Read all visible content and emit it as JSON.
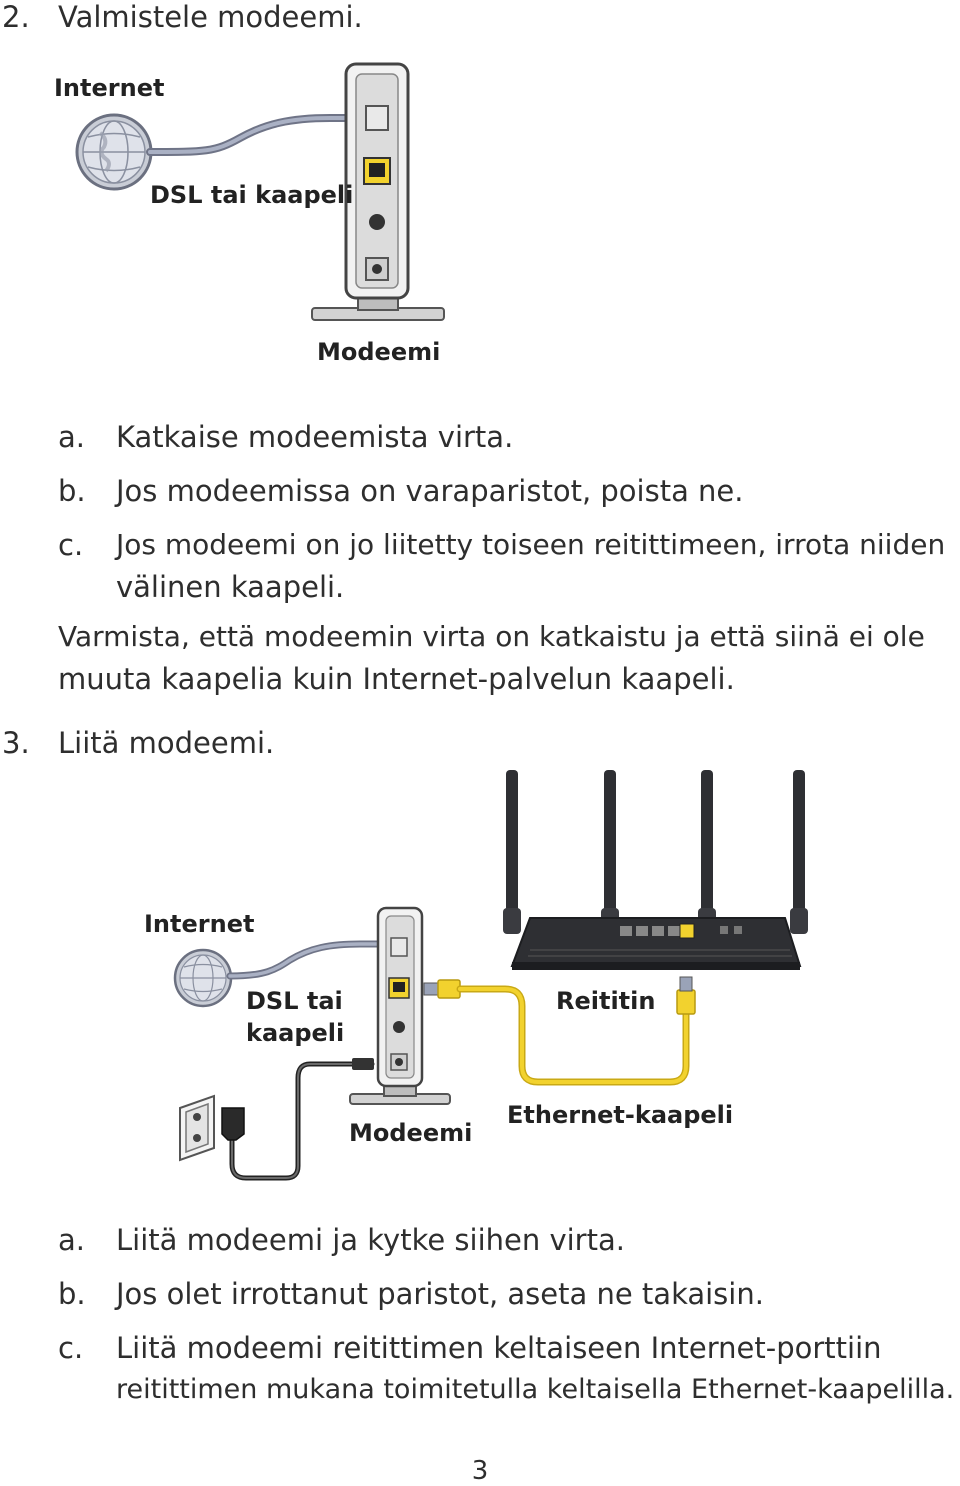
{
  "step2": {
    "number": "2.",
    "title": "Valmistele modeemi.",
    "diagram": {
      "internet_label": "Internet",
      "cable_label": "DSL tai kaapeli",
      "modem_label": "Modeemi"
    },
    "items": [
      {
        "marker": "a.",
        "text": "Katkaise modeemista virta."
      },
      {
        "marker": "b.",
        "text": "Jos modeemissa on varaparistot, poista ne."
      },
      {
        "marker": "c.",
        "line1": "Jos modeemi on jo liitetty toiseen reitittimeen, irrota niiden",
        "line2": "välinen kaapeli."
      }
    ],
    "note_line1": "Varmista, että modeemin virta on katkaistu ja että siinä ei ole",
    "note_line2": "muuta kaapelia kuin Internet-palvelun kaapeli."
  },
  "step3": {
    "number": "3.",
    "title": "Liitä modeemi.",
    "diagram": {
      "internet_label": "Internet",
      "cable_label_1": "DSL tai",
      "cable_label_2": "kaapeli",
      "router_label": "Reititin",
      "modem_label": "Modeemi",
      "ethernet_label": "Ethernet-kaapeli"
    },
    "items": [
      {
        "marker": "a.",
        "text": "Liitä modeemi ja kytke siihen virta."
      },
      {
        "marker": "b.",
        "text": "Jos olet irrottanut paristot, aseta ne takaisin."
      },
      {
        "marker": "c.",
        "line1": "Liitä modeemi reitittimen keltaiseen Internet-porttiin",
        "line2": "reitittimen mukana toimitetulla keltaisella Ethernet-kaapelilla."
      }
    ]
  },
  "page_number": "3",
  "colors": {
    "ethernet_cable": "#f2d22e",
    "dsl_cable": "#9aa3b8",
    "router_body": "#2e2f33",
    "modem_body": "#e7e7e7"
  }
}
